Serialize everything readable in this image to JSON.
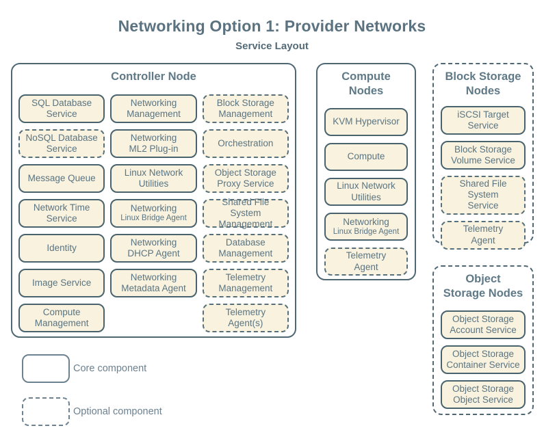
{
  "title": "Networking Option 1: Provider Networks",
  "subtitle": "Service Layout",
  "colors": {
    "background": "#ffffff",
    "box_fill": "#f8f2de",
    "box_border": "#48626e",
    "group_border": "#4e6772",
    "text": "#5a7482",
    "title_text": "#5b7280",
    "legend_border": "#6d8290"
  },
  "legend": {
    "core_label": "Core component",
    "optional_label": "Optional component"
  },
  "controller": {
    "title_line1": "Controller Node",
    "cells": [
      {
        "label": "SQL Database\nService",
        "type": "core"
      },
      {
        "label": "Networking\nManagement",
        "type": "core"
      },
      {
        "label": "Block Storage\nManagement",
        "type": "optional"
      },
      {
        "label": "NoSQL Database\nService",
        "type": "optional"
      },
      {
        "label": "Networking\nML2 Plug-in",
        "type": "core"
      },
      {
        "label": "Orchestration",
        "type": "optional"
      },
      {
        "label": "Message Queue",
        "type": "core"
      },
      {
        "label": "Linux Network\nUtilities",
        "type": "core"
      },
      {
        "label": "Object Storage\nProxy Service",
        "type": "optional"
      },
      {
        "label": "Network Time\nService",
        "type": "core"
      },
      {
        "label": "Networking",
        "sublabel": "Linux Bridge Agent",
        "type": "core"
      },
      {
        "label": "Shared File System\nManagement",
        "type": "optional"
      },
      {
        "label": "Identity",
        "type": "core"
      },
      {
        "label": "Networking\nDHCP Agent",
        "type": "core"
      },
      {
        "label": "Database\nManagement",
        "type": "optional"
      },
      {
        "label": "Image Service",
        "type": "core"
      },
      {
        "label": "Networking\nMetadata Agent",
        "type": "core"
      },
      {
        "label": "Telemetry\nManagement",
        "type": "optional"
      },
      {
        "label": "Compute\nManagement",
        "type": "core"
      },
      null,
      {
        "label": "Telemetry\nAgent(s)",
        "type": "optional"
      }
    ]
  },
  "compute": {
    "title_line1": "Compute",
    "title_line2": "Nodes",
    "cells": [
      {
        "label": "KVM Hypervisor",
        "type": "core"
      },
      {
        "label": "Compute",
        "type": "core"
      },
      {
        "label": "Linux Network\nUtilities",
        "type": "core"
      },
      {
        "label": "Networking",
        "sublabel": "Linux Bridge Agent",
        "type": "core"
      },
      {
        "label": "Telemetry\nAgent",
        "type": "optional"
      }
    ]
  },
  "block_storage": {
    "title_line1": "Block Storage",
    "title_line2": "Nodes",
    "cells": [
      {
        "label": "iSCSI Target\nService",
        "type": "core"
      },
      {
        "label": "Block Storage\nVolume Service",
        "type": "core"
      },
      {
        "label": "Shared File System\nService",
        "type": "optional"
      },
      {
        "label": "Telemetry\nAgent",
        "type": "optional"
      }
    ]
  },
  "object_storage": {
    "title_line1": "Object",
    "title_line2": "Storage Nodes",
    "cells": [
      {
        "label": "Object Storage\nAccount Service",
        "type": "core"
      },
      {
        "label": "Object Storage\nContainer Service",
        "type": "core"
      },
      {
        "label": "Object Storage\nObject Service",
        "type": "core"
      }
    ]
  }
}
